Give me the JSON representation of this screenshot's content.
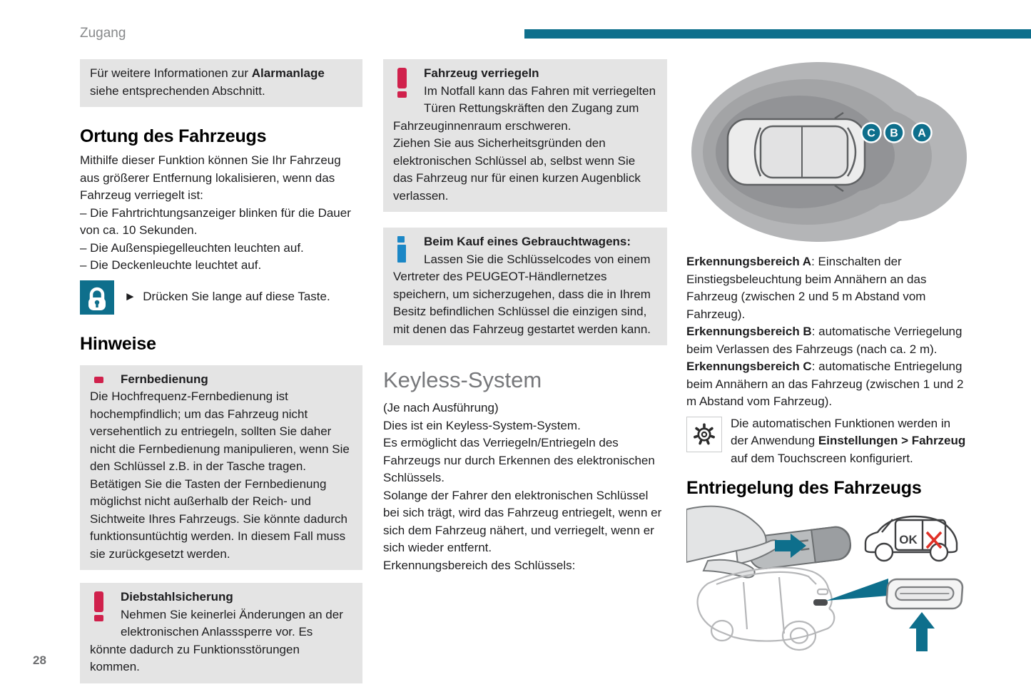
{
  "header": {
    "title": "Zugang"
  },
  "footer": {
    "page_number": "28"
  },
  "colors": {
    "accent_teal": "#0e6f8c",
    "warning_red": "#d0214c",
    "info_blue": "#1b87c6",
    "note_background": "#e4e4e4",
    "heading_gray": "#77787b"
  },
  "col1": {
    "alarm_note": {
      "pre": "Für weitere Informationen zur ",
      "bold": "Alarmanlage",
      "post": " siehe entsprechenden Abschnitt."
    },
    "section1_title": "Ortung des Fahrzeugs",
    "intro": "Mithilfe dieser Funktion können Sie Ihr Fahrzeug aus größerer Entfernung lokalisieren, wenn das Fahrzeug verriegelt ist:",
    "bullets": [
      "– Die Fahrtrichtungsanzeiger blinken für die Dauer von ca. 10 Sekunden.",
      "– Die Außenspiegelleuchten leuchten auf.",
      "– Die Deckenleuchte leuchtet auf."
    ],
    "lock_instruction": {
      "arrow": "►",
      "text": "Drücken Sie lange auf diese Taste."
    },
    "section2_title": "Hinweise",
    "warning_remote": {
      "title": "Fernbedienung",
      "body": "Die Hochfrequenz-Fernbedienung ist hochempfindlich; um das Fahrzeug nicht versehentlich zu entriegeln, sollten Sie daher nicht die Fernbedienung manipulieren, wenn Sie den Schlüssel z.B. in der Tasche tragen.",
      "body2": "Betätigen Sie die Tasten der Fernbedienung möglichst nicht außerhalb der Reich- und Sichtweite Ihres Fahrzeugs. Sie könnte dadurch funktionsuntüchtig werden. In diesem Fall muss sie zurückgesetzt werden."
    },
    "warning_theft": {
      "title": "Diebstahlsicherung",
      "body": "Nehmen Sie keinerlei Änderungen an der elektronischen Anlasssperre vor. Es könnte dadurch zu Funktionsstörungen kommen."
    }
  },
  "col2": {
    "warning_lock": {
      "title": "Fahrzeug verriegeln",
      "body": "Im Notfall kann das Fahren mit verriegelten Türen Rettungskräften den Zugang zum Fahrzeuginnenraum erschweren.",
      "body2": "Ziehen Sie aus Sicherheitsgründen den elektronischen Schlüssel ab, selbst wenn Sie das Fahrzeug nur für einen kurzen Augenblick verlassen."
    },
    "info_usedcar": {
      "title": "Beim Kauf eines Gebrauchtwagens:",
      "body": "Lassen Sie die Schlüsselcodes von einem Vertreter des PEUGEOT-Händlernetzes speichern, um sicherzugehen, dass die in Ihrem Besitz befindlichen Schlüssel die einzigen sind, mit denen das Fahrzeug gestartet werden kann."
    },
    "keyless_title": "Keyless-System",
    "paragraphs": [
      "(Je nach Ausführung)",
      "Dies ist ein Keyless-System-System.",
      "Es ermöglicht das Verriegeln/Entriegeln des Fahrzeugs nur durch Erkennen des elektronischen Schlüssels.",
      "Solange der Fahrer den elektronischen Schlüssel bei sich trägt, wird das Fahrzeug entriegelt, wenn er sich dem Fahrzeug nähert, und verriegelt, wenn er sich wieder entfernt.",
      "Erkennungsbereich des Schlüssels:"
    ]
  },
  "col3": {
    "zone_badges": [
      "C",
      "B",
      "A"
    ],
    "zones": [
      {
        "label": "Erkennungsbereich A",
        "text": ": Einschalten der Einstiegsbeleuchtung beim Annähern an das Fahrzeug (zwischen 2 und 5 m Abstand vom Fahrzeug)."
      },
      {
        "label": "Erkennungsbereich B",
        "text": ": automatische Verriegelung beim Verlassen des Fahrzeugs (nach ca. 2 m)."
      },
      {
        "label": "Erkennungsbereich C",
        "text": ": automatische Entriegelung beim Annähern an das Fahrzeug (zwischen 1 und 2 m Abstand vom Fahrzeug)."
      }
    ],
    "settings_note": {
      "pre": "Die automatischen Funktionen werden in der Anwendung ",
      "bold": "Einstellungen > Fahrzeug",
      "post": " auf dem Touchscreen konfiguriert."
    },
    "section_title": "Entriegelung des Fahrzeugs",
    "illustration": {
      "ok_label": "OK"
    }
  }
}
